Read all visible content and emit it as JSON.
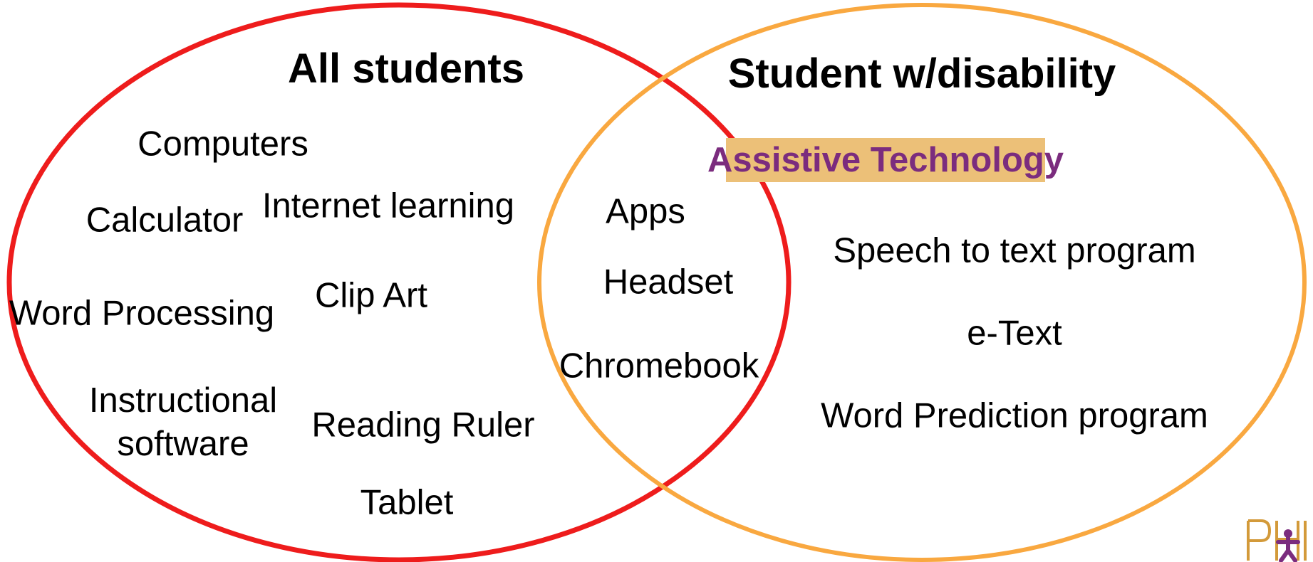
{
  "diagram": {
    "left_circle": {
      "title": "All students",
      "color": "#ee1c1c",
      "items": {
        "computers": "Computers",
        "calculator": "Calculator",
        "internet_learning": "Internet learning",
        "word_processing": "Word Processing",
        "clip_art": "Clip Art",
        "instructional_software_line1": "Instructional",
        "instructional_software_line2": "software",
        "reading_ruler": "Reading Ruler",
        "tablet": "Tablet"
      }
    },
    "overlap": {
      "items": {
        "apps": "Apps",
        "headset": "Headset",
        "chromebook": "Chromebook"
      }
    },
    "right_circle": {
      "title": "Student w/disability",
      "color": "#f9a840",
      "highlight": {
        "label": "Assistive Technology",
        "text_color": "#7b2c7e",
        "background_color": "#ecc078"
      },
      "items": {
        "speech_to_text": "Speech to text program",
        "e_text": "e-Text",
        "word_prediction": "Word Prediction program"
      }
    },
    "logo": {
      "icon": "organization-logo-icon",
      "colors": [
        "#d39a3a",
        "#7b2c7e"
      ]
    }
  }
}
